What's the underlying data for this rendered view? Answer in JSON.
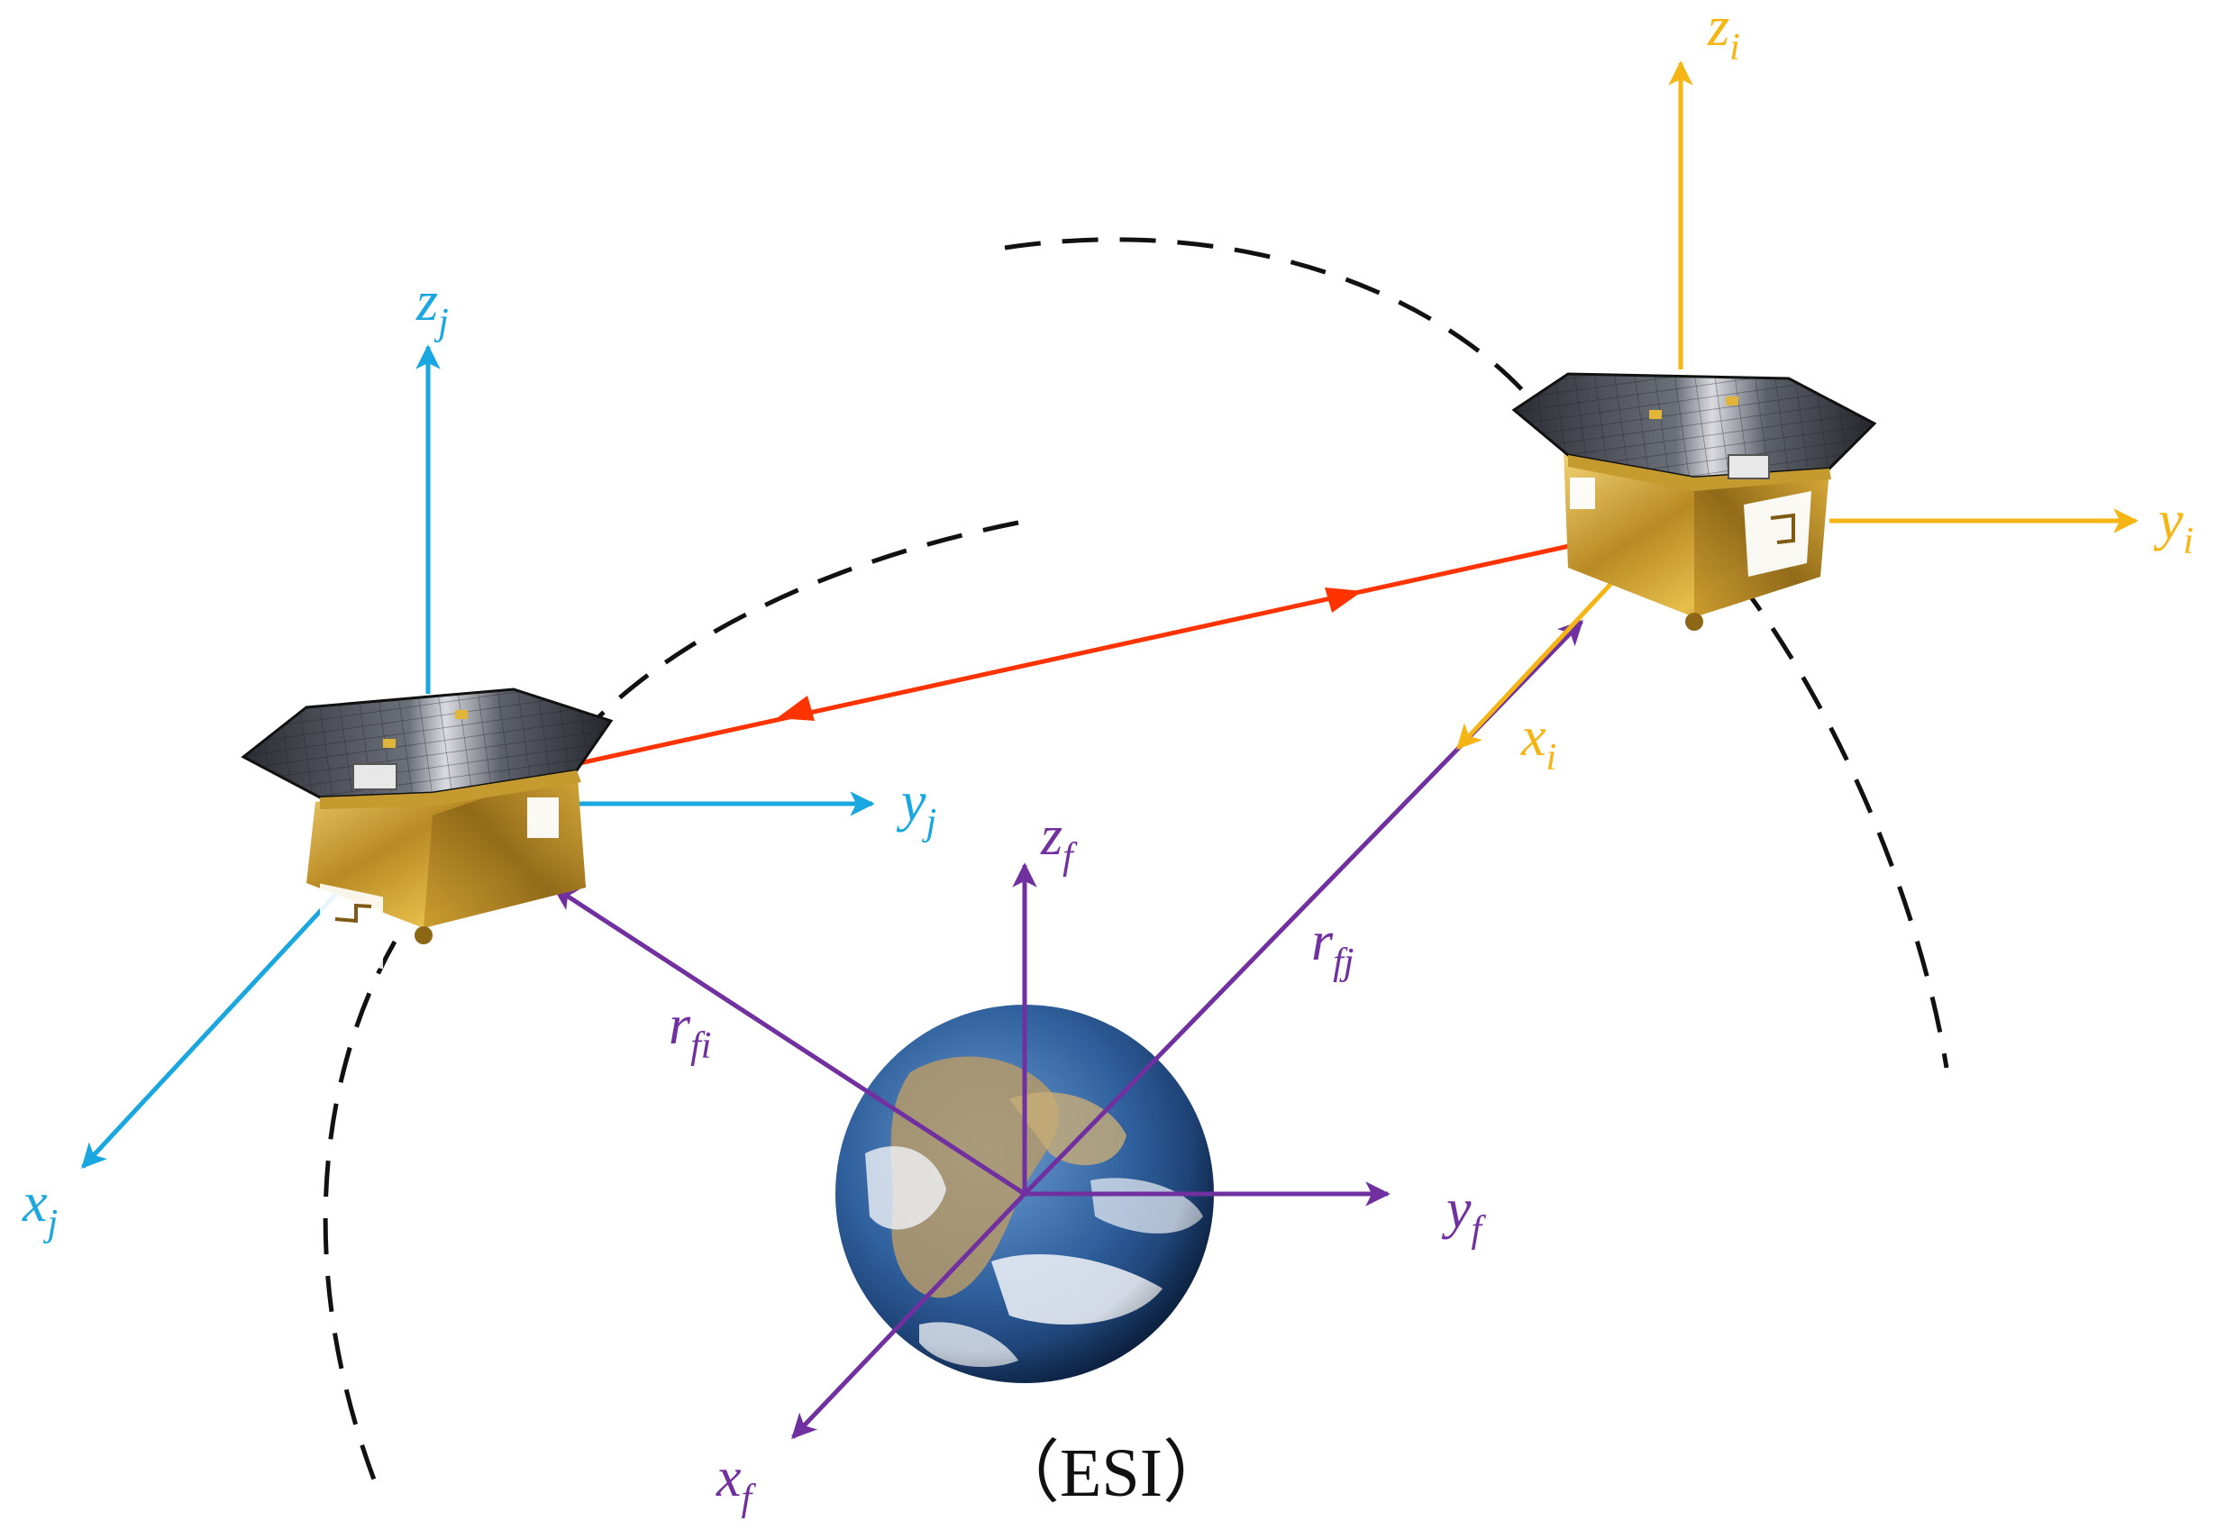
{
  "colors": {
    "cyan": "#1aa7e0",
    "orange": "#f5b514",
    "purple": "#7030a0",
    "red": "#ff3300",
    "orbit": "#111111"
  },
  "labels": {
    "zj": {
      "main": "z",
      "sub": "j"
    },
    "yj": {
      "main": "y",
      "sub": "j"
    },
    "xj": {
      "main": "x",
      "sub": "j"
    },
    "zi": {
      "main": "z",
      "sub": "i"
    },
    "yi": {
      "main": "y",
      "sub": "i"
    },
    "xi": {
      "main": "x",
      "sub": "i"
    },
    "zf": {
      "main": "z",
      "sub": "f"
    },
    "yf": {
      "main": "y",
      "sub": "f"
    },
    "xf": {
      "main": "x",
      "sub": "f"
    },
    "rfi": {
      "main": "r",
      "sub": "fi"
    },
    "rfj": {
      "main": "r",
      "sub": "fj"
    }
  },
  "frame_label": "（ESI）",
  "icons": [
    "satellite-j-icon",
    "satellite-i-icon",
    "earth-icon"
  ]
}
